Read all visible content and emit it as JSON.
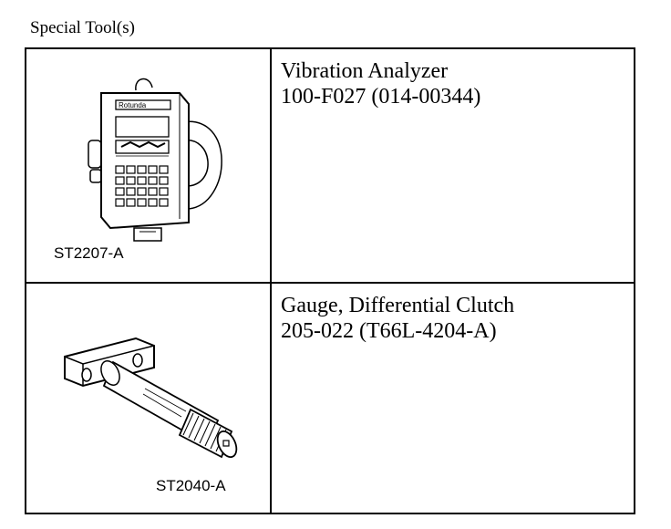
{
  "page": {
    "heading": "Special Tool(s)"
  },
  "tools": [
    {
      "name": "Vibration Analyzer",
      "part_number": "100-F027 (014-00344)",
      "figure_code": "ST2207-A",
      "icon": "vibration-analyzer-illustration",
      "device_brand": "Rotunda"
    },
    {
      "name": "Gauge, Differential Clutch",
      "part_number": "205-022 (T66L-4204-A)",
      "figure_code": "ST2040-A",
      "icon": "differential-clutch-gauge-illustration"
    }
  ]
}
